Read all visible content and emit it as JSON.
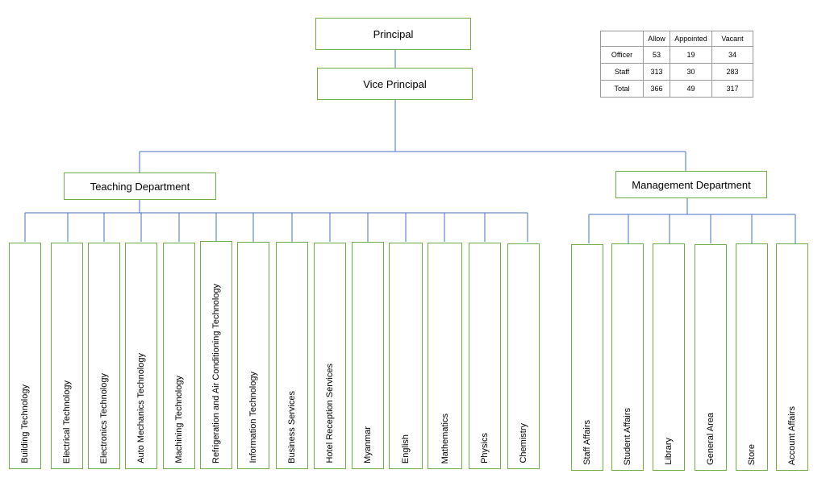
{
  "org": {
    "principal": "Principal",
    "vice_principal": "Vice Principal",
    "teaching_department": "Teaching Department",
    "management_department": "Management Department"
  },
  "teaching_units": [
    "Building Technology",
    "Electrical Technology",
    "Electronics Technology",
    "Auto Mechanics Technology",
    "Machining Technology",
    "Refrigeration and Air Conditioning Technology",
    "Information Technology",
    "Business Services",
    "Hotel Reception Services",
    "Myanmar",
    "English",
    "Mathematics",
    "Physics",
    "Chemistry"
  ],
  "management_units": [
    "Staff Affairs",
    "Student Affairs",
    "Library",
    "General Area",
    "Store",
    "Account Affairs"
  ],
  "staff_table": {
    "headers": [
      "",
      "Allow",
      "Appointed",
      "Vacant"
    ],
    "rows": [
      {
        "label": "Officer",
        "allow": "53",
        "appointed": "19",
        "vacant": "34"
      },
      {
        "label": "Staff",
        "allow": "313",
        "appointed": "30",
        "vacant": "283"
      },
      {
        "label": "Total",
        "allow": "366",
        "appointed": "49",
        "vacant": "317"
      }
    ]
  },
  "colors": {
    "box_border": "#70ad47",
    "connector": "#4472c4"
  }
}
